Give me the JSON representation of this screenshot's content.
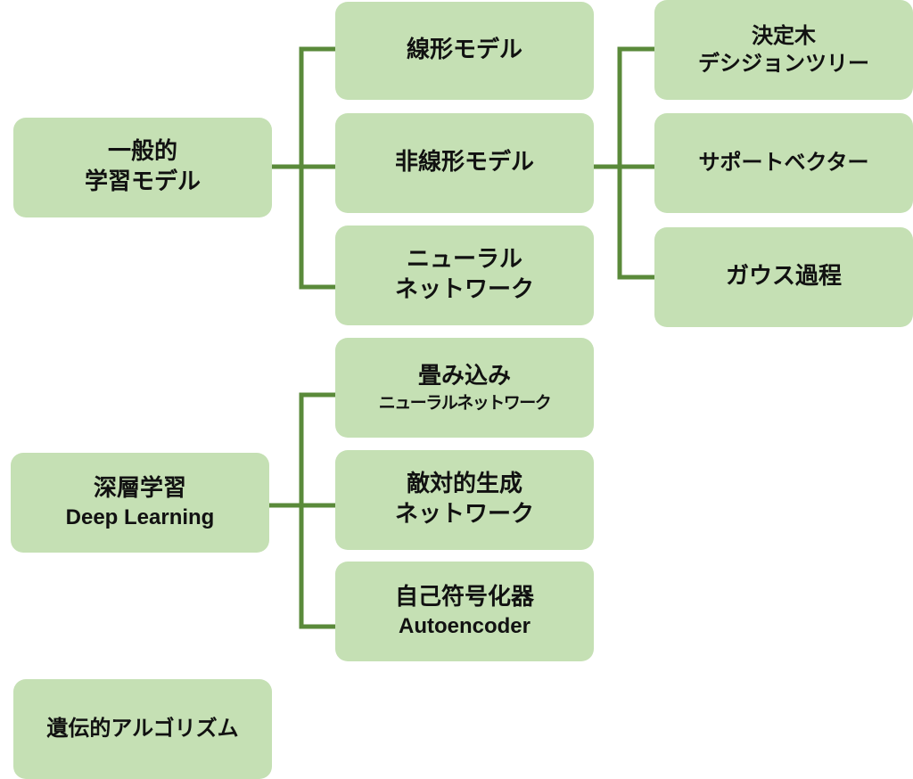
{
  "general_models": {
    "root": [
      "一般的",
      "学習モデル"
    ],
    "linear": "線形モデル",
    "nonlinear": "非線形モデル",
    "neural_network": [
      "ニューラル",
      "ネットワーク"
    ],
    "nonlinear_children": {
      "decision_tree": [
        "決定木",
        "デシジョンツリー"
      ],
      "support_vector": "サポートベクター",
      "gaussian_process": "ガウス過程"
    }
  },
  "deep_learning": {
    "root": [
      "深層学習",
      "Deep Learning"
    ],
    "cnn": [
      "畳み込み",
      "ニューラルネットワーク"
    ],
    "gan": [
      "敵対的生成",
      "ネットワーク"
    ],
    "autoencoder": [
      "自己符号化器",
      "Autoencoder"
    ]
  },
  "genetic_algorithm": "遺伝的アルゴリズム",
  "colors": {
    "box_fill": "#c5e0b4",
    "connector": "#5a8a3a",
    "text": "#111111"
  }
}
